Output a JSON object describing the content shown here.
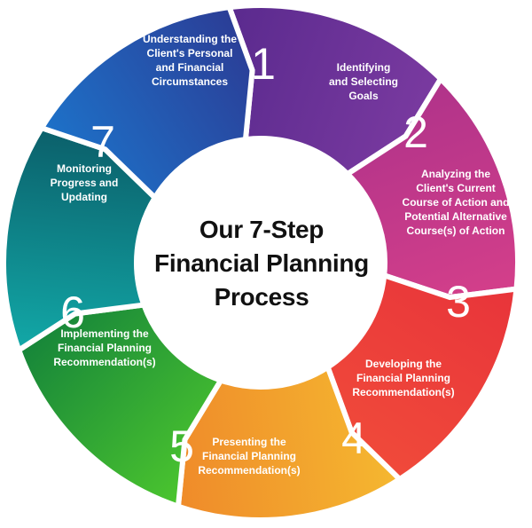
{
  "center_title": [
    "Our 7-Step",
    "Financial Planning",
    "Process"
  ],
  "steps": [
    {
      "number": "1",
      "lines": [
        "Understanding the",
        "Client's Personal",
        "and Financial",
        "Circumstances"
      ],
      "color_start": "#5a2a8e",
      "color_end": "#7a3aa0"
    },
    {
      "number": "2",
      "lines": [
        "Identifying",
        "and Selecting",
        "Goals"
      ],
      "color_start": "#b0338a",
      "color_end": "#d43f8a"
    },
    {
      "number": "3",
      "lines": [
        "Analyzing the",
        "Client's Current",
        "Course of Action and",
        "Potential Alternative",
        "Course(s) of Action"
      ],
      "color_start": "#e8343a",
      "color_end": "#f04a3a"
    },
    {
      "number": "4",
      "lines": [
        "Developing the",
        "Financial Planning",
        "Recommendation(s)"
      ],
      "color_start": "#f5b830",
      "color_end": "#ef8a2a"
    },
    {
      "number": "5",
      "lines": [
        "Presenting the",
        "Financial Planning",
        "Recommendation(s)"
      ],
      "color_start": "#4cc62e",
      "color_end": "#16853a"
    },
    {
      "number": "6",
      "lines": [
        "Implementing the",
        "Financial Planning",
        "Recommendation(s)"
      ],
      "color_start": "#12a9a8",
      "color_end": "#0b5f6a"
    },
    {
      "number": "7",
      "lines": [
        "Monitoring",
        "Progress and",
        "Updating"
      ],
      "color_start": "#1d72c9",
      "color_end": "#2b3d96"
    }
  ]
}
